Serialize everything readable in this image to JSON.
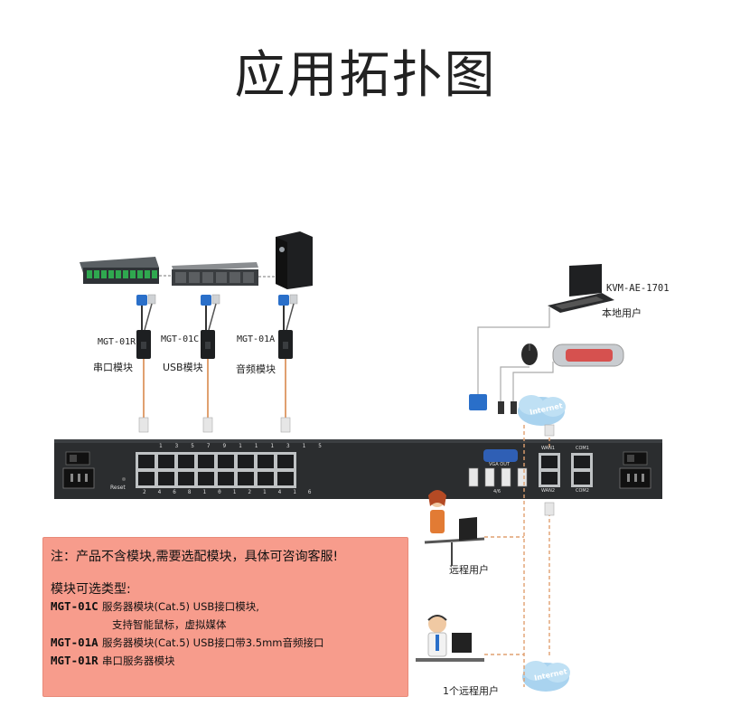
{
  "title": "应用拓扑图",
  "modules": [
    {
      "code": "MGT-01R",
      "label": "串口模块"
    },
    {
      "code": "MGT-01C",
      "label": "USB模块"
    },
    {
      "code": "MGT-01A",
      "label": "音频模块"
    }
  ],
  "device": {
    "port_top_numbers": [
      "1",
      "3",
      "5",
      "7",
      "9",
      "11",
      "13",
      "15"
    ],
    "port_bottom_numbers": [
      "2",
      "4",
      "6",
      "8",
      "10",
      "12",
      "14",
      "16"
    ],
    "reset_label": "Reset",
    "vga_label": "VGA OUT",
    "usb_label": "4/6",
    "wan1_label": "WAN1",
    "wan2_label": "WAN2",
    "com1_label": "COM1",
    "com2_label": "COM2"
  },
  "local": {
    "model": "KVM-AE-1701",
    "label": "本地用户"
  },
  "remote_user_label": "远程用户",
  "remote_single_label": "1个远程用户",
  "internet_label": "Internet",
  "note": {
    "warning": "注：产品不含模块,需要选配模块，具体可咨询客服!",
    "heading": "模块可选类型:",
    "items": [
      {
        "code": "MGT-01C",
        "desc": "服务器模块(Cat.5) USB接口模块,",
        "desc2": "支持智能鼠标，虚拟媒体"
      },
      {
        "code": "MGT-01A",
        "desc": "服务器模块(Cat.5) USB接口带3.5mm音频接口",
        "desc2": ""
      },
      {
        "code": "MGT-01R",
        "desc": "串口服务器模块",
        "desc2": ""
      }
    ]
  }
}
